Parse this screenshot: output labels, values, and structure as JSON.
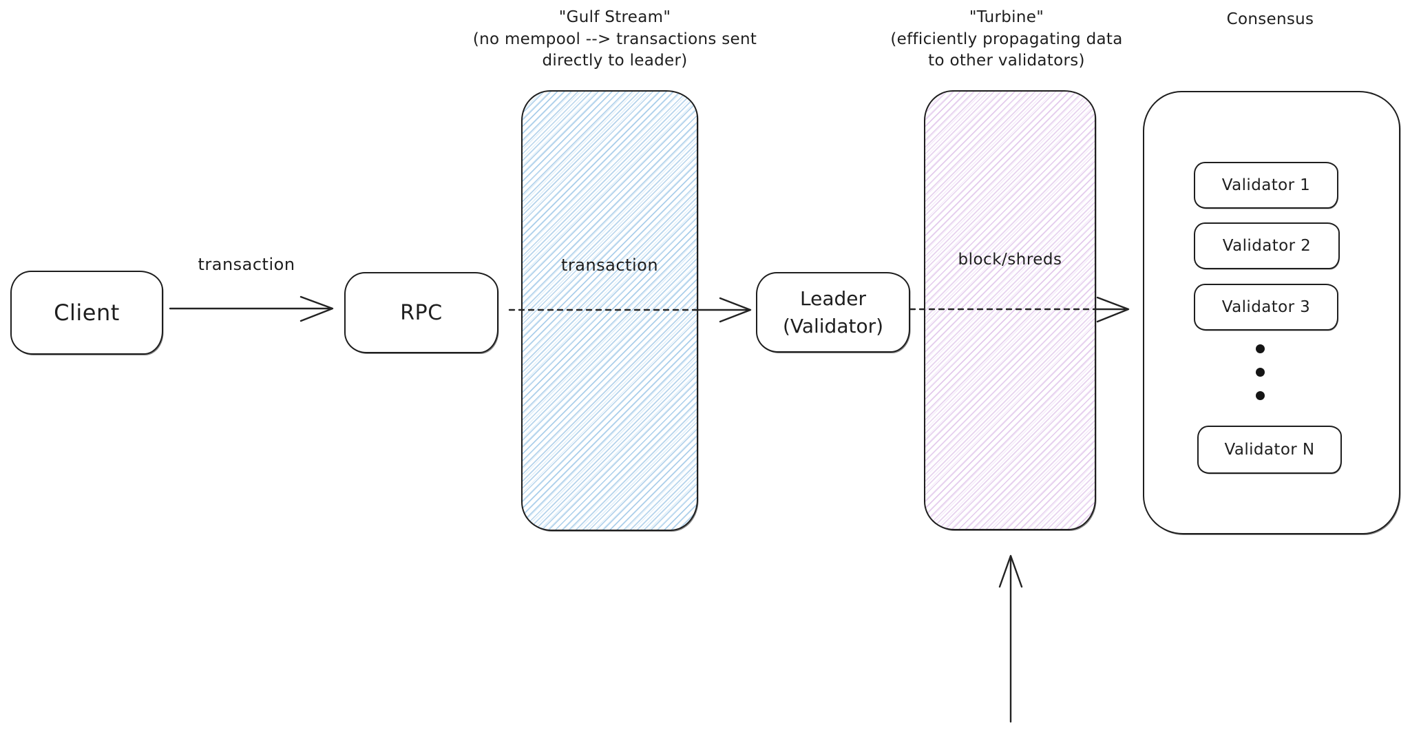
{
  "diagram": {
    "titles": {
      "gulf_stream": {
        "line1": "\"Gulf Stream\"",
        "line2": "(no mempool --> transactions sent",
        "line3": "directly to leader)"
      },
      "turbine": {
        "line1": "\"Turbine\"",
        "line2": "(efficiently propagating data",
        "line3": "to other validators)"
      },
      "consensus": "Consensus"
    },
    "nodes": {
      "client": "Client",
      "rpc": "RPC",
      "leader_line1": "Leader",
      "leader_line2": "(Validator)"
    },
    "flow_labels": {
      "client_to_rpc": "transaction",
      "gulf_stream_channel": "transaction",
      "turbine_channel": "block/shreds"
    },
    "validators": [
      "Validator 1",
      "Validator 2",
      "Validator 3",
      "Validator N"
    ],
    "colors": {
      "ink": "#1e1e1e",
      "gulf_stream_hatch": "#9ac6e6",
      "turbine_hatch": "#d5abe4",
      "background": "#ffffff"
    }
  }
}
